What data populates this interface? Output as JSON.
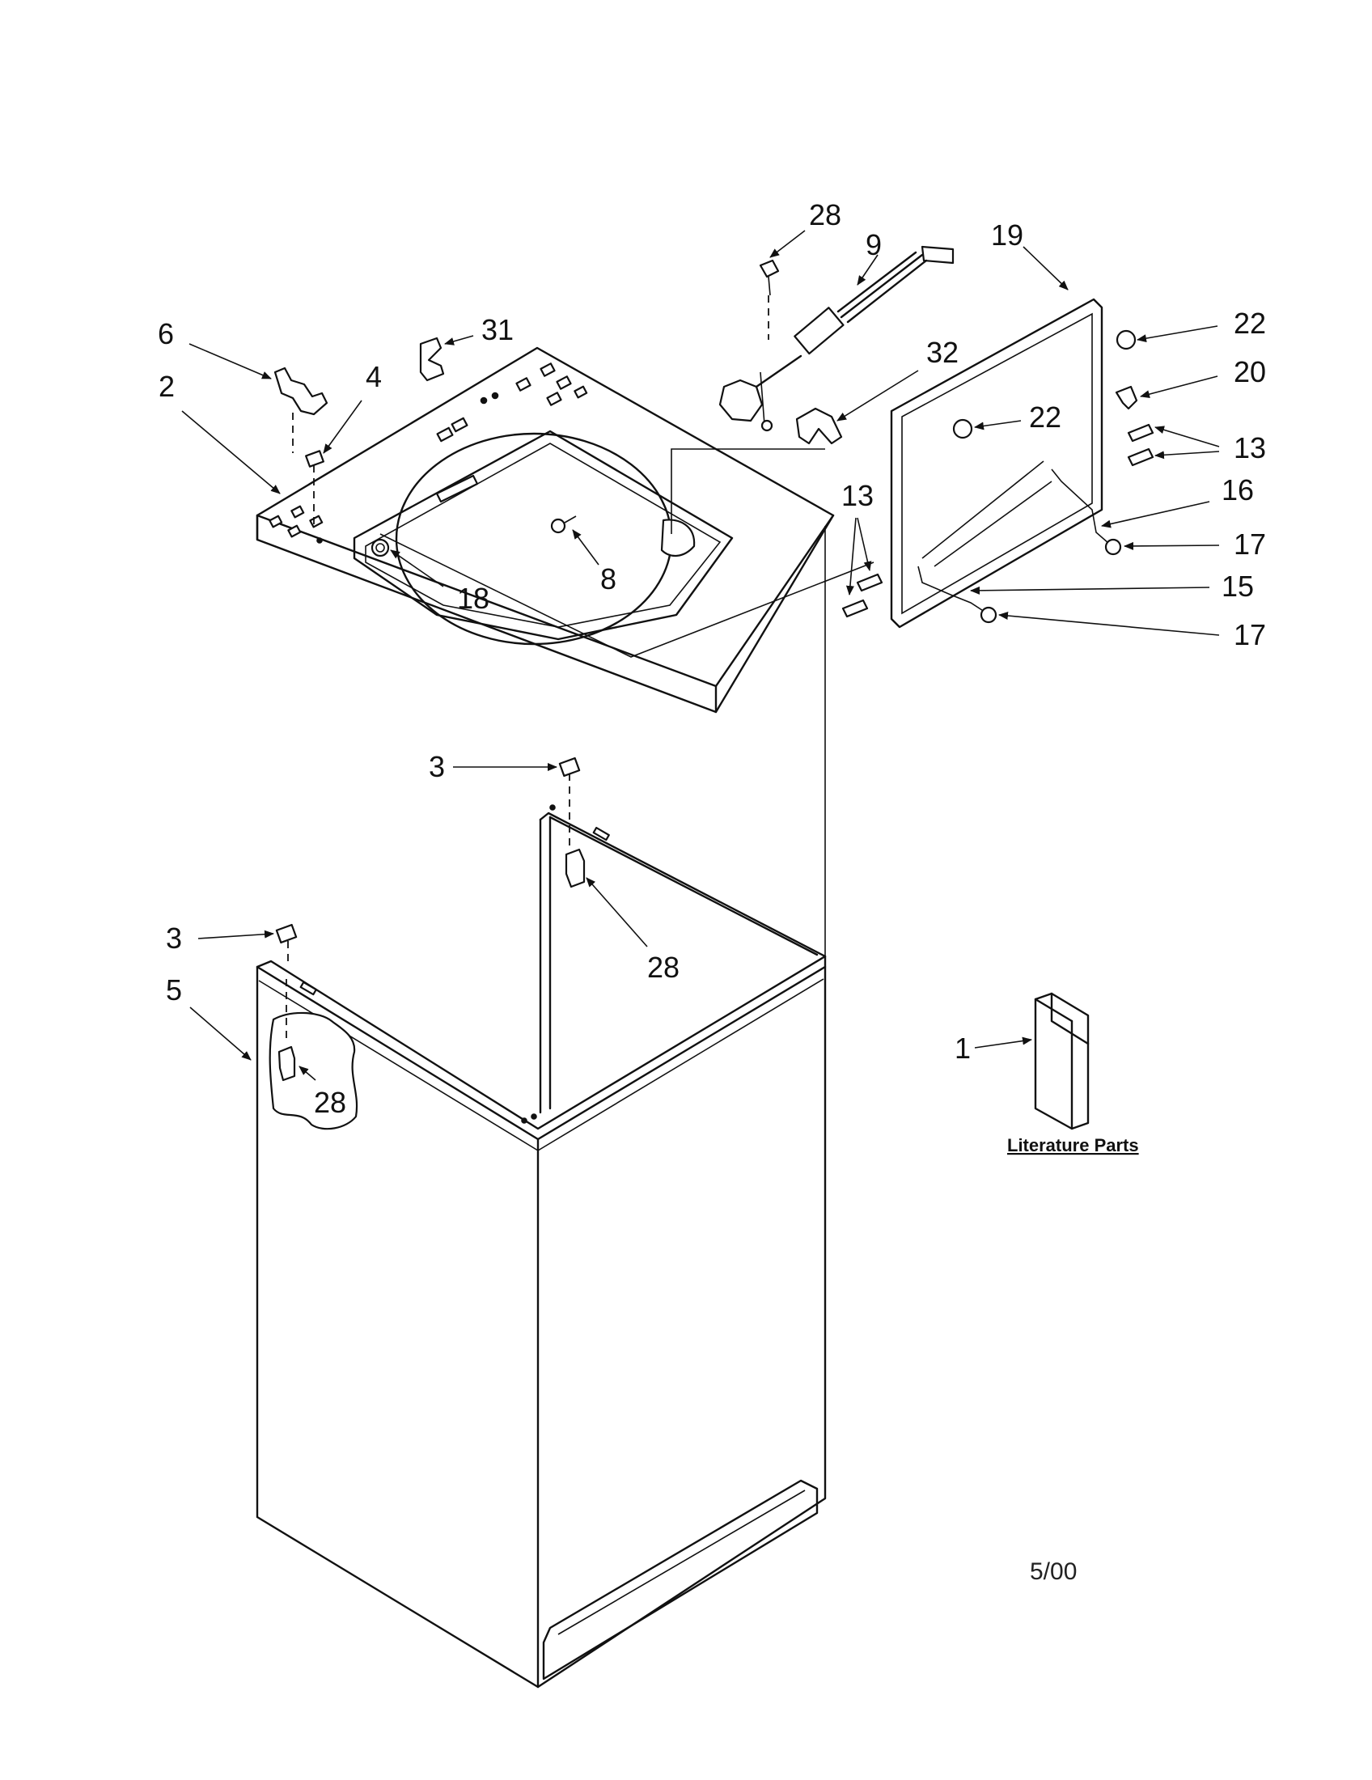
{
  "callouts": {
    "c28_top": "28",
    "c9": "9",
    "c19": "19",
    "c22_right": "22",
    "c6": "6",
    "c31": "31",
    "c32": "32",
    "c20": "20",
    "c2": "2",
    "c4": "4",
    "c22_mid": "22",
    "c13_right": "13",
    "c13_left": "13",
    "c16": "16",
    "c8": "8",
    "c17_upper": "17",
    "c18": "18",
    "c15": "15",
    "c17_lower": "17",
    "c3_top": "3",
    "c3_left": "3",
    "c28_mid": "28",
    "c5": "5",
    "c1": "1",
    "c28_bottom": "28"
  },
  "literature_label": "Literature Parts",
  "revision_date": "5/00"
}
